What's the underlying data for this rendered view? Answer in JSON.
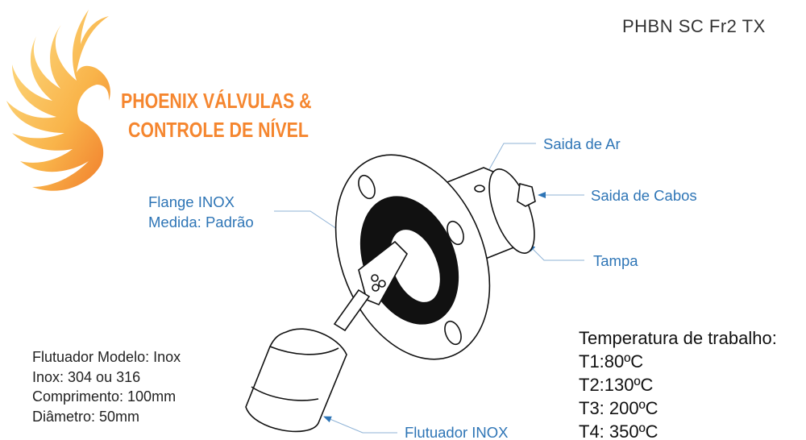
{
  "title": "PHBN SC Fr2 TX",
  "brand": {
    "line1": "PHOENIX VÁLVULAS &",
    "line2": "CONTROLE DE NÍVEL",
    "color": "#f5862f"
  },
  "callouts": {
    "flange_line1": "Flange INOX",
    "flange_line2": "Medida: Padrão",
    "saida_ar": "Saida de Ar",
    "saida_cabos": "Saida de Cabos",
    "tampa": "Tampa",
    "flutuador": "Flutuador INOX",
    "color": "#2e75b6"
  },
  "float_specs": [
    "Flutuador Modelo: Inox",
    "Inox: 304 ou 316",
    "Comprimento: 100mm",
    "Diâmetro: 50mm"
  ],
  "temperature": {
    "heading": "Temperatura de trabalho:",
    "items": [
      "T1:80ºC",
      "T2:130ºC",
      "T3: 200ºC",
      "T4: 350ºC"
    ]
  }
}
